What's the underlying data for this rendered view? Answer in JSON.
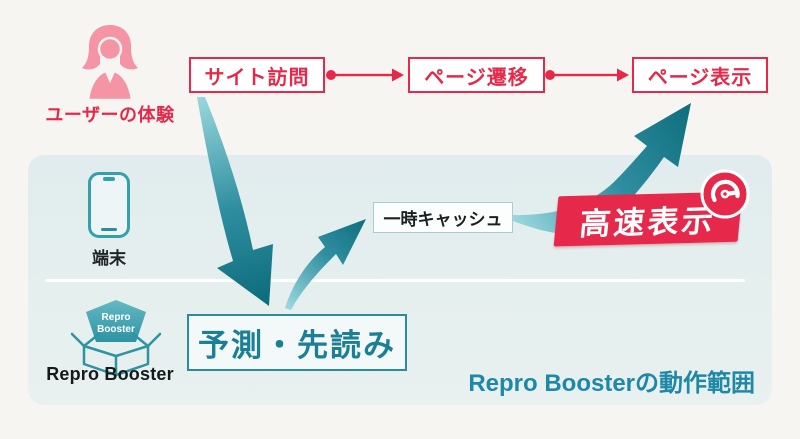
{
  "diagram": {
    "persona": {
      "label": "ユーザーの体験"
    },
    "steps": [
      {
        "label": "サイト訪問"
      },
      {
        "label": "ページ遷移"
      },
      {
        "label": "ページ表示"
      }
    ],
    "device": {
      "label": "端末"
    },
    "cache": {
      "label": "一時キャッシュ"
    },
    "fast_display": {
      "label": "高速表示"
    },
    "predict": {
      "label": "予測・先読み"
    },
    "booster": {
      "label": "Repro Booster",
      "badge_line1": "Repro",
      "badge_line2": "Booster"
    },
    "scope": {
      "label": "Repro Boosterの動作範囲"
    }
  },
  "colors": {
    "red": "#e6294a",
    "pink": "#f494a5",
    "teal": "#1b7f95",
    "teal_dark": "#0f6e7e",
    "teal_light": "#9ad8de",
    "scope_text": "#1e88a8",
    "panel_bg": "#e3eeef",
    "page_bg": "#f7f5f2"
  }
}
